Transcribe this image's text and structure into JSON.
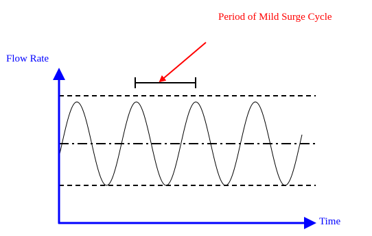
{
  "axes": {
    "y_label": "Flow Rate",
    "x_label": "Time",
    "axis_color": "#0000ff"
  },
  "annotation": {
    "text": "Period of Mild Surge Cycle",
    "color": "#ff0000"
  },
  "reference_lines": [
    "upper-limit",
    "mean",
    "lower-limit"
  ],
  "waveform": {
    "shape": "sine",
    "visible_peaks": 4
  }
}
